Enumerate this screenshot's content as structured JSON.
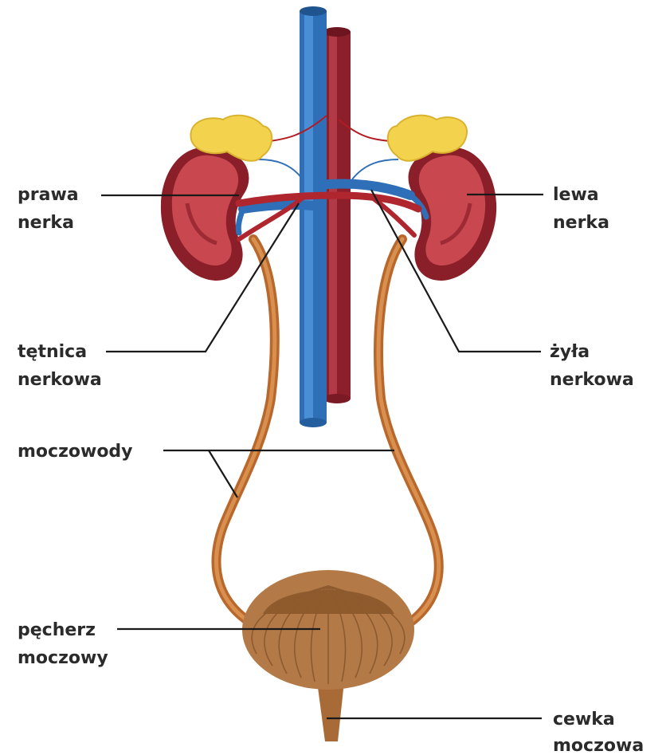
{
  "labels": {
    "right_kidney": [
      "prawa",
      "nerka"
    ],
    "left_kidney": [
      "lewa",
      "nerka"
    ],
    "renal_artery": [
      "tętnica",
      "nerkowa"
    ],
    "renal_vein": [
      "żyła",
      "nerkowa"
    ],
    "ureters": [
      "moczowody"
    ],
    "bladder": [
      "pęcherz",
      "moczowy"
    ],
    "urethra": [
      "cewka",
      "moczowa"
    ]
  },
  "colors": {
    "vena_cava": "#2f6fb8",
    "vena_cava_light": "#4a8fd6",
    "aorta": "#8c1f2a",
    "aorta_light": "#b23a47",
    "kidney": "#9e2a33",
    "kidney_light": "#c9474f",
    "adrenal": "#f3d24e",
    "ureter": "#c97a3c",
    "bladder": "#b37a47",
    "leader": "#1a1a1a",
    "text": "#2b2b2b"
  }
}
